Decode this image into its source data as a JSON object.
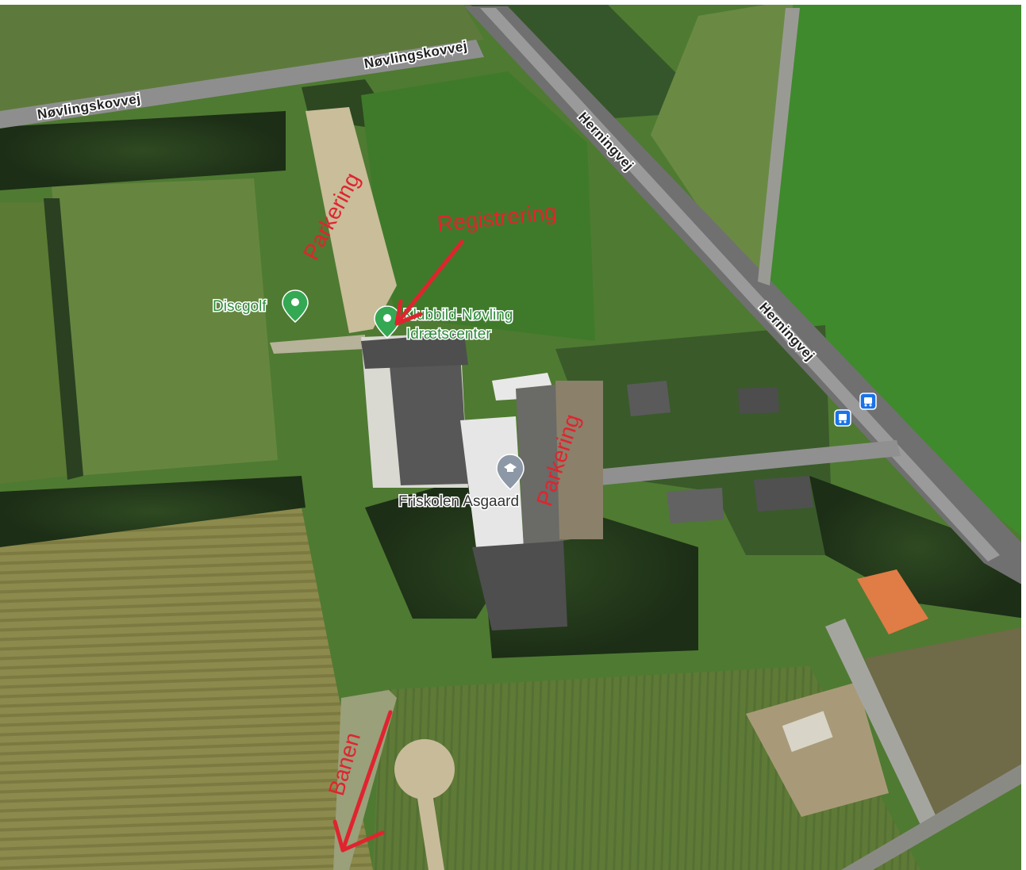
{
  "map": {
    "type": "satellite",
    "roads": [
      {
        "id": "novlingskovvej-west",
        "label": "Nøvlingskovvej"
      },
      {
        "id": "novlingskovvej-east",
        "label": "Nøvlingskovvej"
      },
      {
        "id": "herningvej-north",
        "label": "Herningvej"
      },
      {
        "id": "herningvej-south",
        "label": "Herningvej"
      }
    ],
    "places": [
      {
        "id": "discgolf",
        "label": "Discgolf",
        "icon": "map-pin-icon",
        "color": "#34a853"
      },
      {
        "id": "idraetscenter",
        "label_line1": "Klubbild-Nøvling",
        "label_line2": "Idrætscenter",
        "icon": "map-pin-icon",
        "color": "#34a853"
      },
      {
        "id": "friskolen",
        "label": "Friskolen Asgaard",
        "icon": "school-pin-icon",
        "color": "#7a8a99"
      }
    ],
    "transit": [
      {
        "id": "bus-stop-1",
        "icon": "bus-stop-icon",
        "color": "#1a73e8"
      },
      {
        "id": "bus-stop-2",
        "icon": "bus-stop-icon",
        "color": "#1a73e8"
      }
    ]
  },
  "annotations": {
    "color": "#e0242f",
    "parkering_north": "Parkering",
    "registrering": "Registrering",
    "parkering_east": "Parkering",
    "banen": "Banen"
  }
}
